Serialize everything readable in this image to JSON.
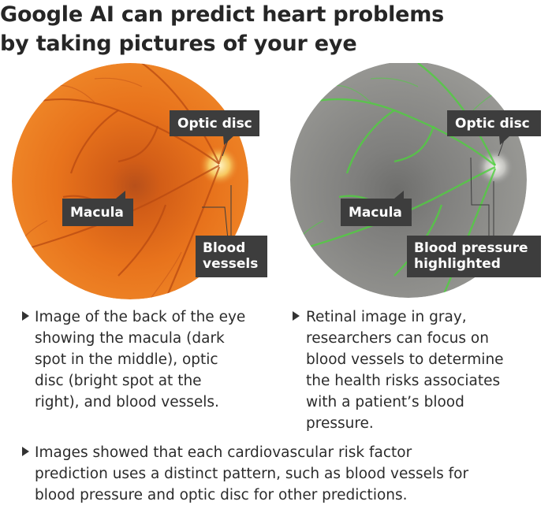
{
  "title": {
    "line1": "Google AI can predict heart problems",
    "line2": "by taking pictures of your eye"
  },
  "left_image": {
    "callouts": {
      "optic_disc": "Optic disc",
      "macula": "Macula",
      "blood_vessels_l1": "Blood",
      "blood_vessels_l2": "vessels"
    }
  },
  "right_image": {
    "callouts": {
      "optic_disc": "Optic disc",
      "macula": "Macula",
      "bp_l1": "Blood pressure",
      "bp_l2": "highlighted"
    }
  },
  "captions": {
    "left": [
      "Image of the back of the eye",
      "showing the macula (dark",
      "spot in the middle), optic",
      "disc (bright spot at the",
      "right), and blood vessels."
    ],
    "right": [
      "Retinal image in gray,",
      "researchers can focus on",
      "blood vessels to determine",
      "the health risks associates",
      "with a patient’s blood",
      "pressure."
    ],
    "bottom": [
      "Images showed that each cardiovascular risk factor",
      "prediction uses a distinct pattern, such as blood vessels for",
      "blood pressure and optic disc for other predictions."
    ]
  },
  "colors": {
    "callout_bg": "#3d3d3d",
    "fundus_orange": "#e8731c",
    "gray_retina": "#8a8a88",
    "vessel_green": "#4fcf3f"
  }
}
